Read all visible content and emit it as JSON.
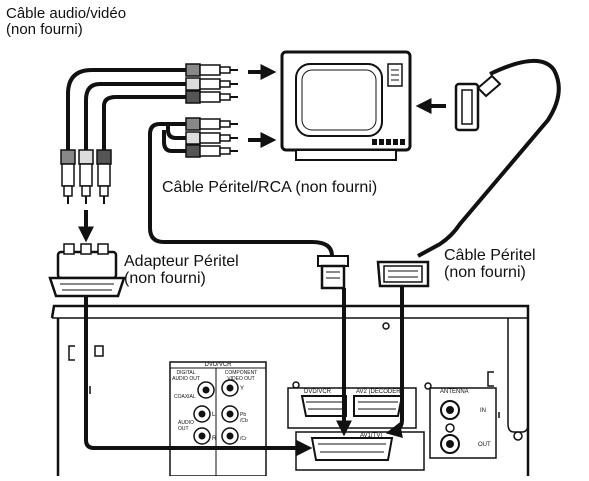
{
  "labels": {
    "av_cable": [
      "Câble audio/vidéo",
      "(non fourni)"
    ],
    "scart_rca_cable": "Câble Péritel/RCA (non fourni)",
    "scart_adapter": [
      "Adapteur Péritel",
      "(non fourni)"
    ],
    "scart_cable": [
      "Câble Péritel",
      "(non fourni)"
    ]
  },
  "panel": {
    "dvd_vcr_block": "DVD/VCR",
    "digital_audio_out": [
      "DIGITAL",
      "AUDIO OUT"
    ],
    "component_video_out": [
      "COMPONENT",
      "VIDEO OUT"
    ],
    "coaxial": "COAXIAL",
    "audio_out": [
      "AUDIO",
      "OUT"
    ],
    "jack_y": "Y",
    "jack_l": "L",
    "jack_r": "R",
    "jack_pb": [
      "Pb",
      "/Cb"
    ],
    "jack_pr": "/Cr",
    "scart_top_left": "DVD/VCR",
    "scart_top_right": "AV2 (DECODER)",
    "scart_bottom": "AV1(TV)",
    "antenna": "ANTENNA",
    "antenna_in": "IN",
    "antenna_out": "OUT"
  }
}
